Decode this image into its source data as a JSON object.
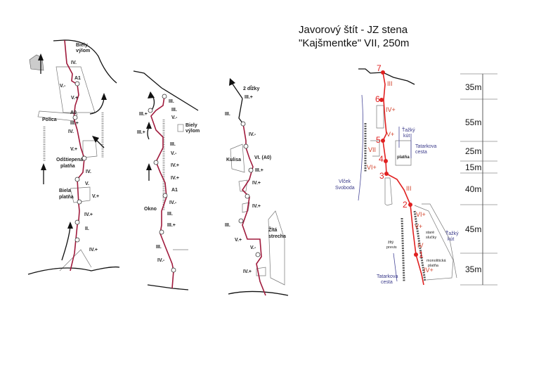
{
  "title": {
    "line1": "Javorový štít - JZ stena",
    "line2": "\"Kajšmentke\" VII, 250m"
  },
  "topo1": {
    "labels": [
      "Biely",
      "výlom",
      "IV.",
      "A1",
      "V.-",
      "V.+",
      "A0",
      "Polica",
      "III.+",
      "IV.",
      "V.+",
      "Odštiepená",
      "platňa",
      "IV.",
      "V.",
      "Biela",
      "platňa",
      "V.+",
      "IV.+",
      "II.",
      "IV.+"
    ]
  },
  "topo2": {
    "labels": [
      "III.",
      "III.",
      "III.+",
      "V.-",
      "Biely",
      "výlom",
      "III.+",
      "III.",
      "V.-",
      "IV.+",
      "IV.+",
      "A1",
      "IV.-",
      "Okno",
      "III.",
      "III.+",
      "III.",
      "IV.-"
    ]
  },
  "topo3": {
    "labels": [
      "2 dĺžky",
      "III.+",
      "III.",
      "IV.-",
      "Kulisa",
      "VI.  (A0)",
      "III.+",
      "IV.+",
      "IV.+",
      "III.",
      "Žltá",
      "strecha",
      "V.+",
      "V.-",
      "IV.+"
    ]
  },
  "topo4": {
    "belays": [
      "7",
      "6",
      "5",
      "4",
      "3",
      "2",
      "1"
    ],
    "grades": [
      "III",
      "IV+",
      "V+",
      "VII",
      "VI+",
      "III",
      "VI+",
      "V+",
      "IV",
      "IV+"
    ],
    "notes": [
      "Ťažký",
      "kút",
      "Tatarkova",
      "cesta",
      "platňa",
      "Vlček",
      "Svoboda",
      "staré",
      "slučky",
      "Ťažký",
      "kút",
      "žltý",
      "previs",
      "monolitická",
      "platňa",
      "Tatarkova",
      "cesta"
    ],
    "colors": {
      "route": "#e02020",
      "variant": "#4a4a9a"
    }
  },
  "scale": {
    "pitches": [
      "35m",
      "55m",
      "25m",
      "15m",
      "40m",
      "45m",
      "35m"
    ]
  }
}
